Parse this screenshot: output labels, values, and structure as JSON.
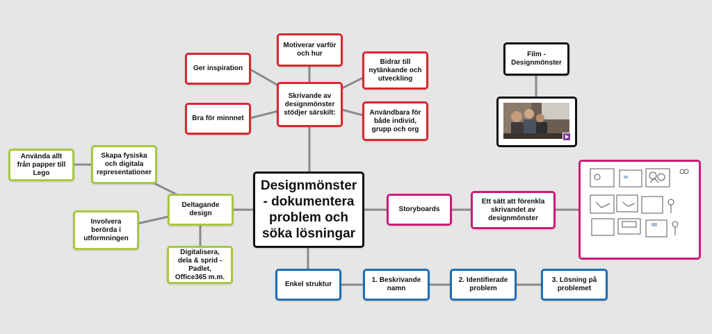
{
  "center": "Designmönster - dokumentera problem och söka lösningar",
  "red": {
    "hub": "Skrivande av designmönster stödjer särskilt:",
    "motiverar": "Motiverar varför och hur",
    "inspiration": "Ger inspiration",
    "bidrar": "Bidrar till nytänkande och utveckling",
    "minnet": "Bra för minnnet",
    "anvandbara": "Användbara för både individ, grupp och org"
  },
  "green": {
    "hub": "Deltagande design",
    "papper": "Använda allt från papper till Lego",
    "skapa": "Skapa fysiska och digitala representationer",
    "involvera": "Involvera berörda i utformningen",
    "digitalisera": "Digitalisera, dela & sprid - Padlet, Office365 m.m."
  },
  "blue": {
    "hub": "Enkel struktur",
    "step1": "1. Beskrivande namn",
    "step2": "2. Identifierade problem",
    "step3": "3. Lösning på problemet"
  },
  "pink": {
    "storyboards": "Storyboards",
    "forenkla": "Ett sätt att förenkla skrivandet av designmönster"
  },
  "film": {
    "title": "Film - Designmönster"
  },
  "colors": {
    "background": "#e6e6e6",
    "red": "#d9262f",
    "green": "#a8c83c",
    "blue": "#1e6db4",
    "pink": "#cc1a77",
    "connector": "#8a8a8a"
  }
}
